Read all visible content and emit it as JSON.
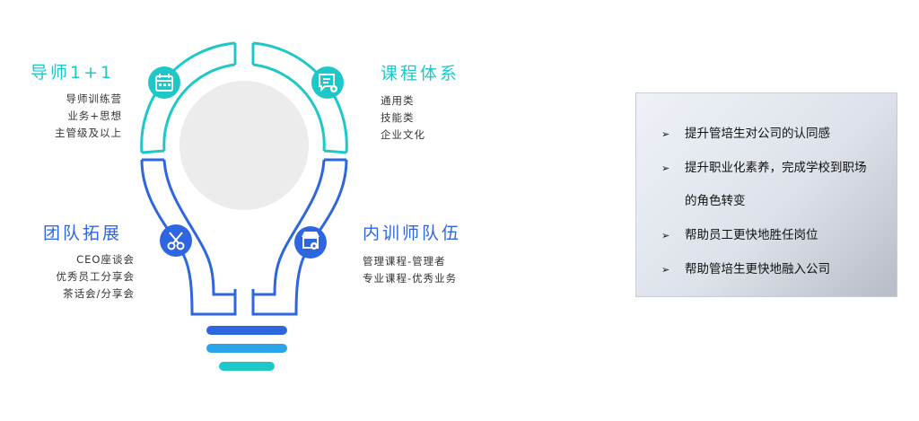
{
  "sections": {
    "mentor": {
      "title": "导师1+1",
      "lines": [
        "导师训练营",
        "业务+思想",
        "主管级及以上"
      ],
      "icon": "calendar-icon"
    },
    "courses": {
      "title": "课程体系",
      "lines": [
        "通用类",
        "技能类",
        "企业文化"
      ],
      "icon": "chat-settings-icon"
    },
    "team": {
      "title": "团队拓展",
      "lines": [
        "CEO座谈会",
        "优秀员工分享会",
        "茶话会/分享会"
      ],
      "icon": "scissors-icon"
    },
    "trainers": {
      "title": "内训师队伍",
      "lines": [
        "管理课程-管理者",
        "专业课程-优秀业务"
      ],
      "icon": "store-settings-icon"
    }
  },
  "benefits": {
    "marker": "➢",
    "items": [
      "提升管培生对公司的认同感",
      "提升职业化素养，完成学校到职场",
      "的角色转变",
      "帮助员工更快地胜任岗位",
      "帮助管培生更快地融入公司"
    ]
  },
  "colors": {
    "teal": "#1ec8c8",
    "blue": "#2e66e0",
    "arrow": "#8fb0d8",
    "circle": "#ececec"
  }
}
